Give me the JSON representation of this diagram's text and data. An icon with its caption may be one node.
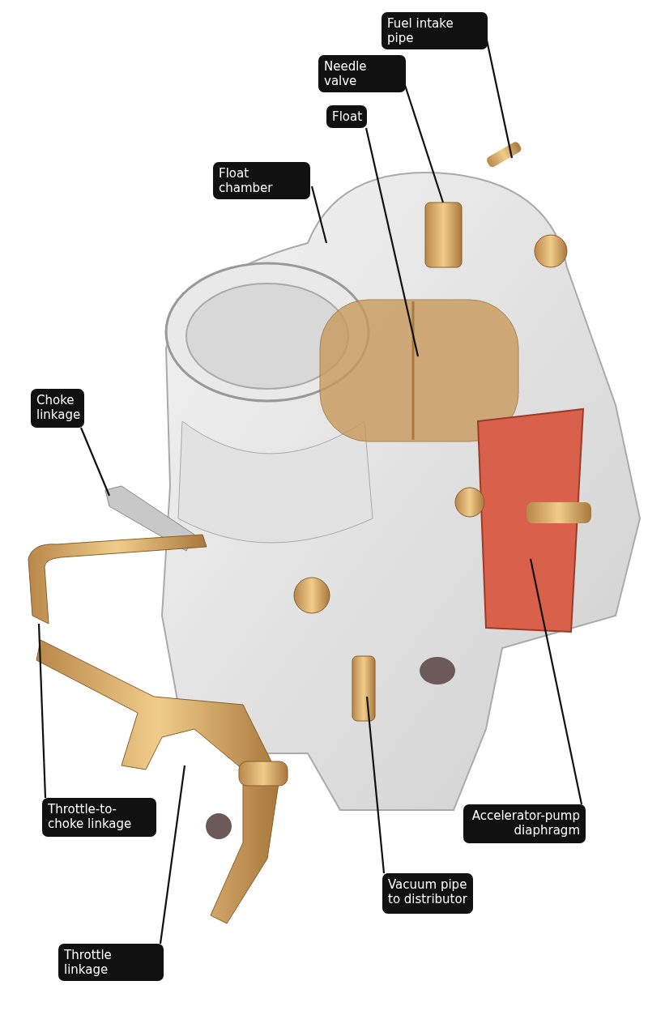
{
  "diagram": {
    "nodes": [
      {
        "text": [
          "Fuel intake pipe"
        ]
      },
      {
        "text": [
          "Needle valve"
        ]
      },
      {
        "text": [
          "Float"
        ]
      },
      {
        "text": [
          "Float chamber"
        ]
      },
      {
        "text": [
          "Choke linkage"
        ]
      },
      {
        "text": [
          "Throttle-to-choke linkage"
        ]
      },
      {
        "text": [
          "Accelerator-pump diaphragm"
        ]
      },
      {
        "text": [
          "Vacuum pipe to distributor"
        ]
      },
      {
        "text": [
          "Throttle linkage"
        ]
      }
    ],
    "edges": [
      {
        "from": 0,
        "to": null,
        "arrow": "none"
      },
      {
        "from": 1,
        "to": null,
        "arrow": "none"
      },
      {
        "from": 2,
        "to": null,
        "arrow": "none"
      },
      {
        "from": 3,
        "to": null,
        "arrow": "none"
      },
      {
        "from": 4,
        "to": null,
        "arrow": "none"
      },
      {
        "from": 5,
        "to": null,
        "arrow": "none"
      },
      {
        "from": 6,
        "to": null,
        "arrow": "none"
      },
      {
        "from": 7,
        "to": null,
        "arrow": "none"
      },
      {
        "from": 8,
        "to": null,
        "arrow": "none"
      }
    ]
  }
}
